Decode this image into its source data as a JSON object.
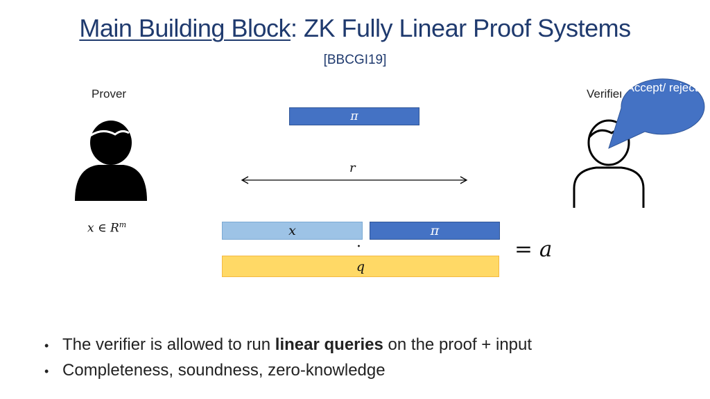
{
  "title": {
    "underlined": "Main Building Block",
    "rest": ": ZK Fully Linear Proof Systems"
  },
  "citation": "[BBCGI19]",
  "prover": {
    "label": "Prover",
    "input": "x ∈ R",
    "input_sup": "m"
  },
  "verifier": {
    "label": "Verifier",
    "bubble": "Accept/ reject"
  },
  "diagram": {
    "pi_top": "π",
    "randomness": "r",
    "x_bar": "x",
    "pi_bar": "π",
    "dot": "·",
    "q_bar": "q",
    "result": "= a"
  },
  "bullets": [
    {
      "before": "The verifier is allowed to run ",
      "bold": "linear queries",
      "after": " on the proof + input"
    },
    {
      "before": "Completeness, soundness, zero-knowledge",
      "bold": "",
      "after": ""
    }
  ],
  "colors": {
    "title": "#1f3a6e",
    "proof_blue": "#4472c4",
    "input_lightblue": "#9dc3e6",
    "query_yellow": "#ffd966",
    "bubble_blue": "#4472c4"
  }
}
